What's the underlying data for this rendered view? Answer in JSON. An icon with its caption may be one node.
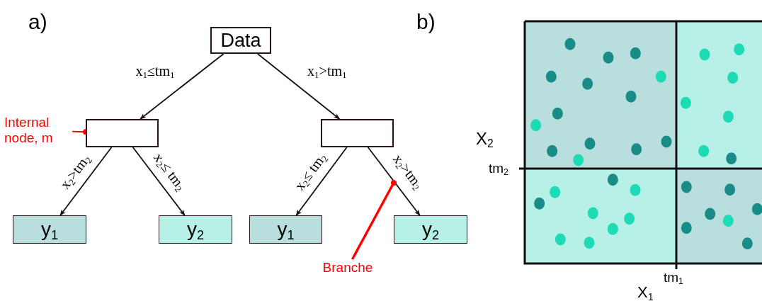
{
  "diagram": {
    "nodes": [
      {
        "text": [
          "Data"
        ]
      },
      {
        "text": [],
        "shape": "box"
      },
      {
        "text": [],
        "shape": "box"
      },
      {
        "text": [
          "y$_{1}$"
        ]
      },
      {
        "text": [
          "y$_{2}$"
        ]
      },
      {
        "text": [
          "y$_{1}$"
        ]
      },
      {
        "text": [
          "y$_{2}$"
        ]
      },
      {
        "text": [
          "Internal node, m"
        ]
      },
      {
        "text": [
          "Branche"
        ]
      }
    ],
    "edges": [
      {
        "from": 0,
        "to": 1,
        "arrow": "to",
        "label": "x$_{1}$≤tm$_{1}$"
      },
      {
        "from": 0,
        "to": 2,
        "arrow": "to",
        "label": "x$_{1}$>tm$_{1}$"
      },
      {
        "from": 1,
        "to": 3,
        "arrow": "to",
        "label": "x$_{2}$>tm$_{2}$"
      },
      {
        "from": 1,
        "to": 4,
        "arrow": "to",
        "label": "x$_{2}$≤ tm$_{2}$"
      },
      {
        "from": 2,
        "to": 5,
        "arrow": "to",
        "label": "x$_{2}$≤ tm$_{2}$"
      },
      {
        "from": 2,
        "to": 6,
        "arrow": "to",
        "label": "x$_{2}$>tm$_{2}$"
      },
      {
        "from": 7,
        "to": 1,
        "arrow": "other",
        "color": "#ff0000"
      },
      {
        "from": 8,
        "to": null,
        "arrow": "other",
        "color": "#ff0000",
        "style": "thick"
      }
    ],
    "labels": [
      "a)",
      "b)",
      "X$_{2}$",
      "tm$_{2}$",
      "tm$_{1}$",
      "X$_{1}$"
    ]
  }
}
